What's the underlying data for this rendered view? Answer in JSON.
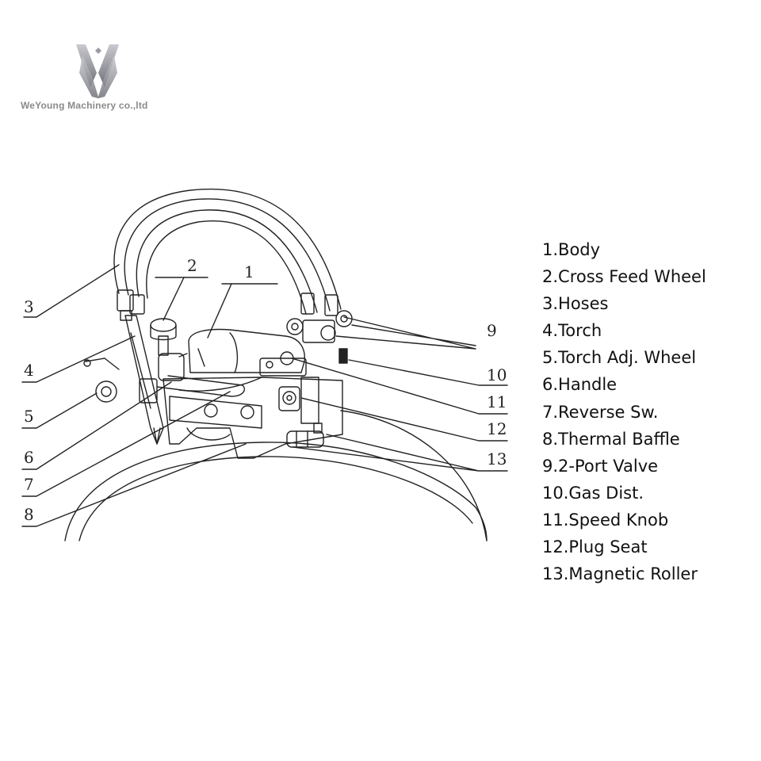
{
  "brand": {
    "name": "WeYoung Machinery co.,ltd",
    "logo_icon": "wy-monogram-icon",
    "color": "#8a8a8a"
  },
  "diagram": {
    "callouts": [
      "1",
      "2",
      "3",
      "4",
      "5",
      "6",
      "7",
      "8",
      "9",
      "10",
      "11",
      "12",
      "13"
    ]
  },
  "legend": {
    "items": [
      "1.Body",
      "2.Cross Feed Wheel",
      "3.Hoses",
      "4.Torch",
      "5.Torch Adj. Wheel",
      "6.Handle",
      "7.Reverse Sw.",
      "8.Thermal Baffle",
      "9.2-Port Valve",
      "10.Gas Dist.",
      "11.Speed Knob",
      "12.Plug Seat",
      "13.Magnetic Roller"
    ]
  }
}
